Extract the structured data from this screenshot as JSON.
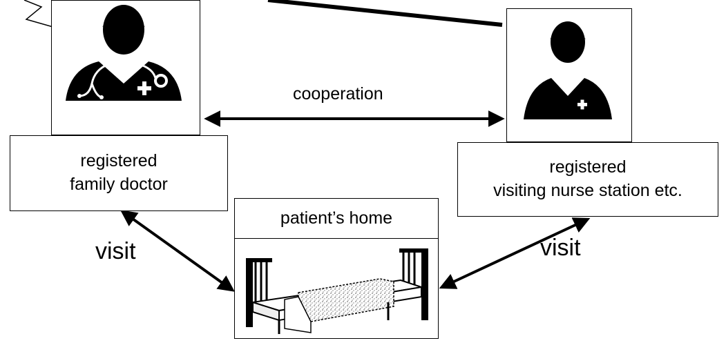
{
  "doctor": {
    "line1": "registered",
    "line2": "family doctor"
  },
  "nurse": {
    "line1": "registered",
    "line2": "visiting nurse station etc."
  },
  "home": {
    "title": "patient’s home"
  },
  "cooperation_label": "cooperation",
  "visit_left": "visit",
  "visit_right": "visit",
  "icons": {
    "doctor": "doctor-with-stethoscope-icon",
    "nurse": "nurse-icon",
    "bed": "hospital-bed-icon",
    "speech": "speech-bubble-icon"
  }
}
